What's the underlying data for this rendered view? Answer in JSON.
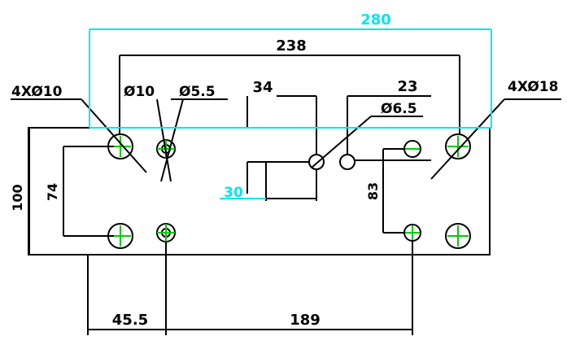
{
  "drawing": {
    "colors": {
      "line": "#000000",
      "accent": "#00e5ee",
      "center": "#00cc00",
      "background": "#ffffff"
    },
    "dims": {
      "overall_width": "280",
      "hole_span": "238",
      "left_hole_call": "4XØ10",
      "small_hole_call": "Ø10",
      "small_hole_call_b": "Ø5.5",
      "offset_34": "34",
      "offset_23": "23",
      "center_hole_call": "Ø6.5",
      "right_hole_call": "4XØ18",
      "offset_30": "30",
      "height_100": "100",
      "pitch_74": "74",
      "pitch_83": "83",
      "offset_45_5": "45.5",
      "span_189": "189"
    }
  }
}
